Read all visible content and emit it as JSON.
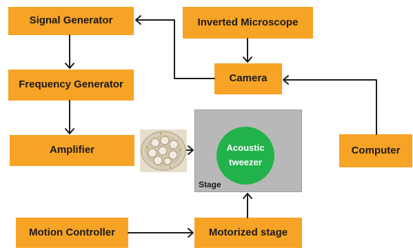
{
  "colors": {
    "box_fill": "#f7a325",
    "stage_fill": "#b8b8b8",
    "tweezer_fill": "#22b24c",
    "arrow": "#1a1a1a",
    "dish_bg": "#e9e1d2"
  },
  "boxes": {
    "signal_generator": "Signal Generator",
    "frequency_generator": "Frequency Generator",
    "amplifier": "Amplifier",
    "motion_controller": "Motion Controller",
    "inverted_microscope": "Inverted Microscope",
    "camera": "Camera",
    "computer": "Computer",
    "motorized_stage": "Motorized stage"
  },
  "stage": {
    "label": "Stage",
    "tweezer_label": "Acoustic\ntweezer"
  },
  "dish_photo": {
    "icon": "petri-dish-photo"
  }
}
